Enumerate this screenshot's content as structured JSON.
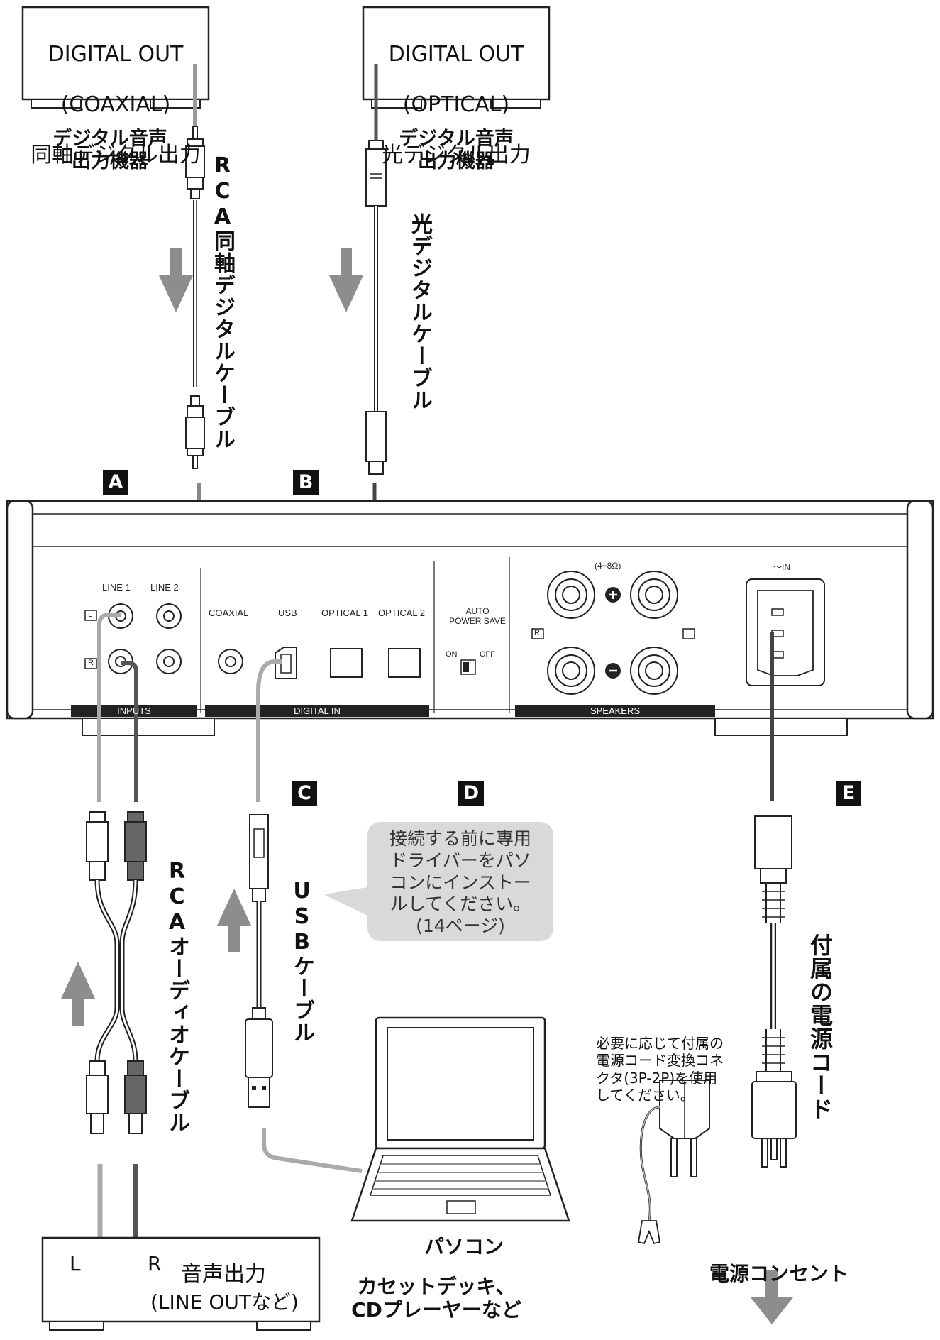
{
  "source_coaxial": {
    "line1": "DIGITAL OUT",
    "line2": "(COAXIAL)",
    "line3": "同軸デジタル出力"
  },
  "source_optical": {
    "line1": "DIGITAL OUT",
    "line2": "(OPTICAL)",
    "line3": "光デジタル出力"
  },
  "device_label_left": "デジタル音声\n出力機器",
  "device_label_right": "デジタル音声\n出力機器",
  "cable_rca_coax": "RCA同軸デジタルケーブル",
  "cable_optical": "光デジタルケーブル",
  "cable_rca_audio": "RCAオーディオケーブル",
  "cable_usb": "USBケーブル",
  "cable_power": "付属の電源コード",
  "section_labels": {
    "a": "A",
    "b": "B",
    "c": "C",
    "d": "D",
    "e": "E"
  },
  "panel": {
    "line1": "LINE 1",
    "line2": "LINE 2",
    "coaxial": "COAXIAL",
    "usb": "USB",
    "optical1": "OPTICAL 1",
    "optical2": "OPTICAL 2",
    "auto_power_save": "AUTO\nPOWER SAVE",
    "switch_on": "ON",
    "switch_off": "OFF",
    "impedance": "(4−8Ω)",
    "ac_in": "～IN",
    "l": "L",
    "r": "R",
    "inputs_bar": "INPUTS",
    "digital_in_bar": "DIGITAL IN",
    "speakers_bar": "SPEAKERS"
  },
  "usb_note": "接続する前に専用\nドライバーをパソ\nコンにインストー\nルしてください。\n(14ページ)",
  "pc_label": "パソコン",
  "adapter_note": "必要に応じて付属の\n電源コード変換コネ\nクタ(3P-2P)を使用\nしてください。",
  "outlet_label": "電源コンセント",
  "source_box": {
    "l": "L",
    "r": "R",
    "title": "音声出力",
    "subtitle": "(LINE OUTなど)"
  },
  "source_devices": "カセットデッキ、\nCDプレーヤーなど",
  "colors": {
    "cable_light": "#a8a8a8",
    "cable_dark": "#4a4a4a",
    "outline": "#222222",
    "bubble": "#d9d9d9"
  }
}
